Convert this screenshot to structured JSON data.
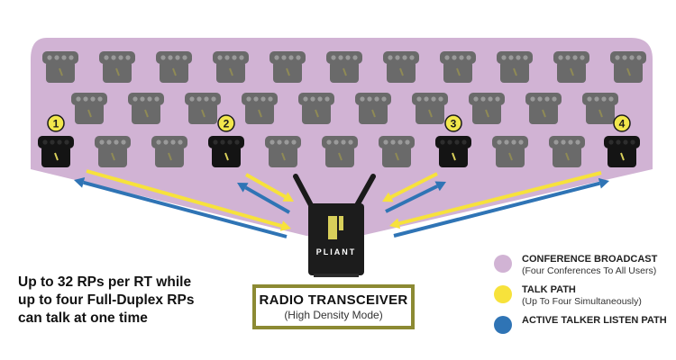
{
  "colors": {
    "conference": "#d1b3d4",
    "talk": "#f7e23b",
    "listen": "#2f74b5",
    "accent": "#8c8a33",
    "badge": "#f2e74c",
    "rp_inactive": "#6a6a6a",
    "rp_active": "#141414"
  },
  "icons": {
    "rp": "belt-pack-icon",
    "transceiver": "radio-transceiver-icon",
    "arrow": "arrow-icon"
  },
  "badges": [
    "1",
    "2",
    "3",
    "4"
  ],
  "transceiver": {
    "brand": "PLIANT",
    "title": "RADIO TRANSCEIVER",
    "subtitle": "(High Density Mode)"
  },
  "caption": {
    "line1": "Up to 32 RPs per RT while",
    "line2": "up to four Full-Duplex RPs",
    "line3": "can talk at one time"
  },
  "legend": [
    {
      "label": "CONFERENCE BROADCAST",
      "sub": "(Four Conferences To All Users)",
      "color": "#d1b3d4"
    },
    {
      "label": "TALK PATH",
      "sub": "(Up To Four Simultaneously)",
      "color": "#f7e23b"
    },
    {
      "label": "ACTIVE TALKER LISTEN PATH",
      "sub": "",
      "color": "#2f74b5"
    }
  ]
}
